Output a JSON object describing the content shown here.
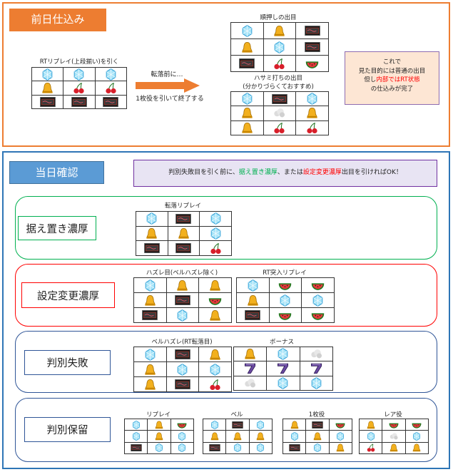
{
  "prev_day": {
    "title": "前日仕込み",
    "rt_replay": "RTリプレイ(上段揃い)を引く",
    "arrow_top": "転落前に…",
    "arrow_bottom": "1枚役を引いて終了する",
    "order_push": "順押しの出目",
    "hasami_1": "ハサミ打ちの出目",
    "hasami_2": "(分かりづらくておすすめ)",
    "note": {
      "line1": "これで",
      "line2": "見た目的には普通の出目",
      "line3_a": "但し",
      "line3_b": "内部ではRT状態",
      "line4": "の仕込みが完了"
    }
  },
  "today": {
    "title": "当日確認",
    "banner": {
      "a": "判別失敗目を引く前に、",
      "b": "据え置き濃厚",
      "c": "、または",
      "d": "設定変更濃厚",
      "e": "出目を引ければOK！"
    },
    "cat_sueoki": "据え置き濃厚",
    "cap_tenraku": "転落リプレイ",
    "cat_settei": "設定変更濃厚",
    "cap_hazure": "ハズレ目(ベルハズレ除く)",
    "cap_rt_totsunyu": "RT突入リプレイ",
    "cat_shippai": "判別失敗",
    "cap_bell_hazure": "ベルハズレ(RT転落目)",
    "cap_bonus": "ボーナス",
    "cat_horyu": "判別保留",
    "cap_replay": "リプレイ",
    "cap_bell": "ベル",
    "cap_1mai": "1枚役",
    "cap_rare": "レア役"
  },
  "colors": {
    "orange": "#ed7d31",
    "blue": "#2e75b6",
    "green": "#00b050",
    "red": "#ff0000",
    "navy": "#2f5597",
    "purple": "#7030a0",
    "banner_bg": "#e8e4f3",
    "note_bg": "#fde6d4",
    "today_title_bg": "#5b9bd5"
  },
  "symbols": [
    "replay-icon",
    "bell-icon",
    "seven-icon",
    "watermelon-icon",
    "cherry-icon",
    "bar-icon",
    "cloud-icon"
  ]
}
